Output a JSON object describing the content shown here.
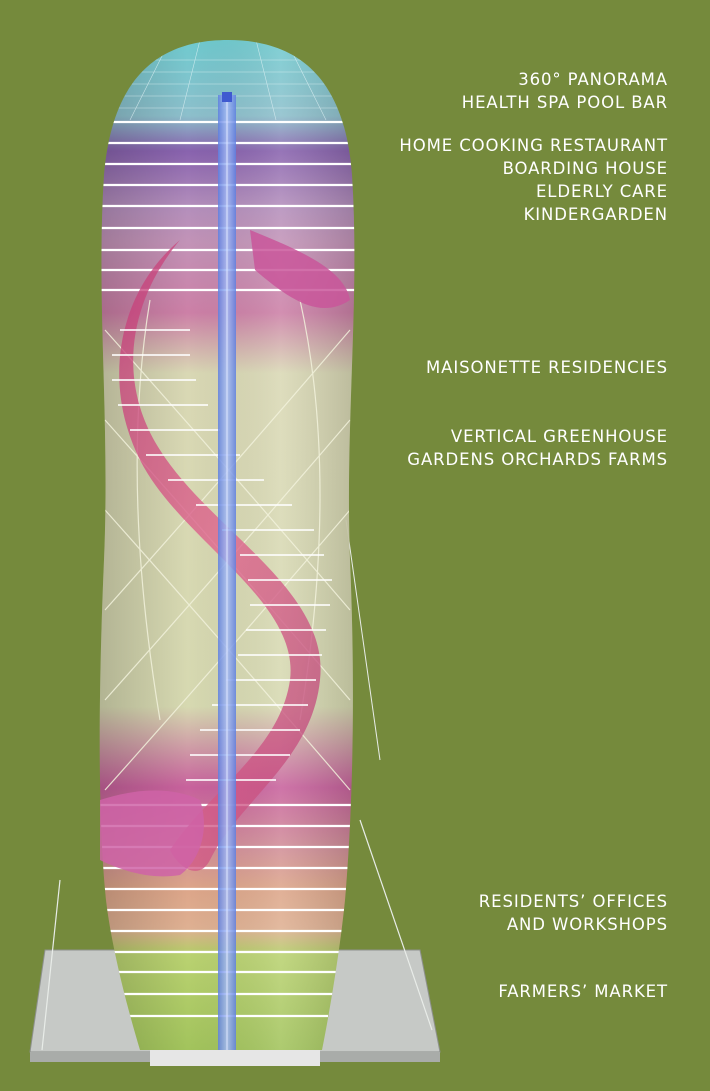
{
  "diagram": {
    "background_color": "#758a3c",
    "tower_zone_colors": {
      "panorama": "#5fc6d3",
      "services": "#8b5bb5",
      "residences": "#c2538f",
      "spiral_core": "#d3507a",
      "greenhouse_glass": "#dfe3b8",
      "offices": "#e3a08a",
      "market": "#a7c94e",
      "plaza": "#bfc2bf",
      "elevator_core": "#7e9bea"
    },
    "labels": [
      {
        "id": "panorama",
        "lines": [
          "360° PANORAMA",
          "HEALTH SPA POOL BAR"
        ]
      },
      {
        "id": "community",
        "lines": [
          "HOME COOKING RESTAURANT",
          "BOARDING HOUSE",
          "ELDERLY CARE",
          "KINDERGARDEN"
        ]
      },
      {
        "id": "residences",
        "lines": [
          "MAISONETTE RESIDENCIES"
        ]
      },
      {
        "id": "greenhouse",
        "lines": [
          "VERTICAL GREENHOUSE",
          "GARDENS ORCHARDS FARMS"
        ]
      },
      {
        "id": "offices",
        "lines": [
          "RESIDENTS’ OFFICES",
          "AND WORKSHOPS"
        ]
      },
      {
        "id": "market",
        "lines": [
          "FARMERS’ MARKET"
        ]
      }
    ]
  }
}
